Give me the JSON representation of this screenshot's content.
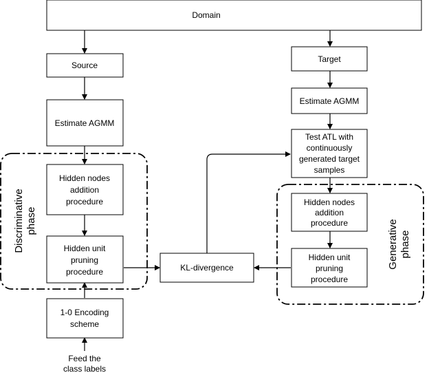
{
  "nodes": {
    "domain": "Domain",
    "source": "Source",
    "target": "Target",
    "estimate_left": "Estimate AGMM",
    "estimate_right": "Estimate AGMM",
    "test_atl": [
      "Test ATL with",
      "continuously",
      "generated target",
      "samples"
    ],
    "hidden_add_left": [
      "Hidden nodes",
      "addition",
      "procedure"
    ],
    "hidden_prune_left": [
      "Hidden unit",
      "pruning",
      "procedure"
    ],
    "hidden_add_right": [
      "Hidden nodes",
      "addition",
      "procedure"
    ],
    "hidden_prune_right": [
      "Hidden unit",
      "pruning",
      "procedure"
    ],
    "kl": "KL-divergence",
    "encoding": [
      "1-0 Encoding",
      "scheme"
    ],
    "feed": [
      "Feed the",
      "class labels"
    ]
  },
  "phases": {
    "discriminative": [
      "Discriminative",
      "phase"
    ],
    "generative": [
      "Generative",
      "phase"
    ]
  }
}
